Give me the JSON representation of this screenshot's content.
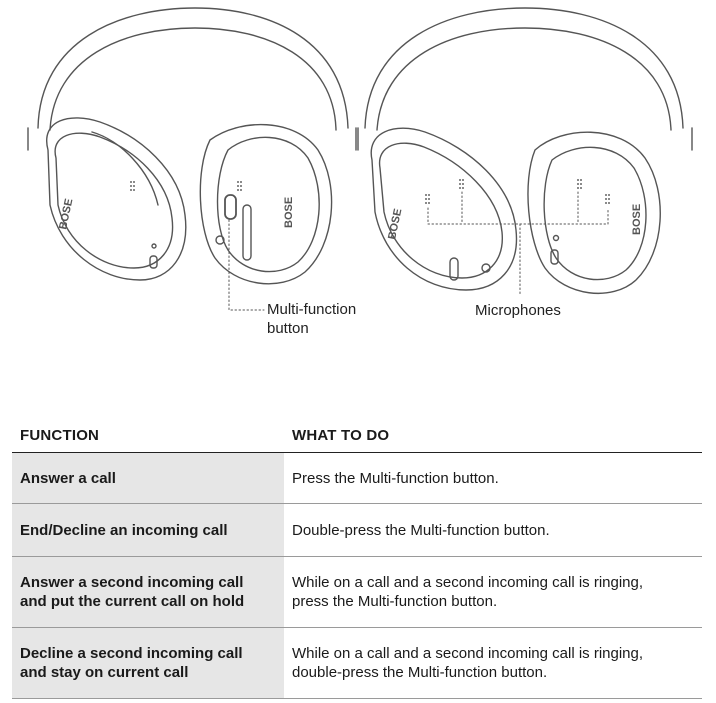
{
  "callouts": {
    "multifunction_line1": "Multi-function",
    "multifunction_line2": "button",
    "microphones": "Microphones"
  },
  "table": {
    "headers": {
      "function": "FUNCTION",
      "what_to_do": "WHAT TO DO"
    },
    "rows": [
      {
        "function": [
          "Answer a call"
        ],
        "what_to_do": [
          "Press the Multi-function button."
        ]
      },
      {
        "function": [
          "End/Decline an incoming call"
        ],
        "what_to_do": [
          "Double-press the Multi-function button."
        ]
      },
      {
        "function": [
          "Answer a second incoming call",
          "and put the current call on hold"
        ],
        "what_to_do": [
          "While on a call and a second incoming call is ringing,",
          "press the Multi-function button."
        ]
      },
      {
        "function": [
          "Decline a second incoming call",
          "and stay on current call"
        ],
        "what_to_do": [
          "While on a call and a second incoming call is ringing,",
          "double-press the Multi-function button."
        ]
      }
    ]
  },
  "colors": {
    "function_cell_bg": "#e6e6e6",
    "line_art": "#555555"
  }
}
